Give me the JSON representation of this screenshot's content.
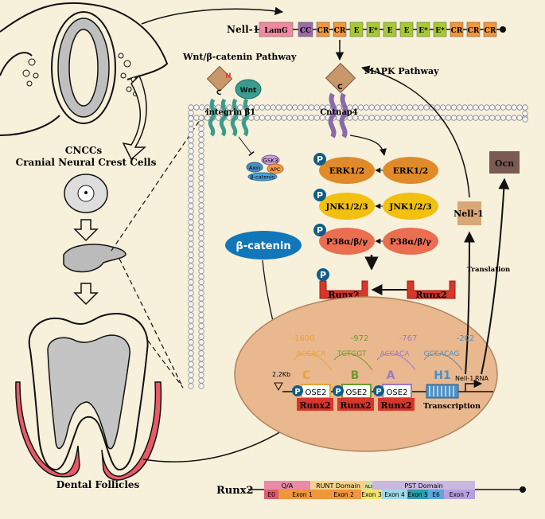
{
  "left": {
    "cncc_line1": "CNCCs",
    "cncc_line2": "Cranial Neural Crest Cells",
    "follicles": "Dental Follicles"
  },
  "nell1_protein": {
    "label": "Nell-1",
    "domains": [
      "LamG",
      "CC",
      "CR",
      "CR",
      "E",
      "E*",
      "E",
      "E",
      "E*",
      "E*",
      "CR",
      "CR",
      "CR"
    ]
  },
  "pathways": {
    "wnt": "Wnt/β-catenin Pathway",
    "mapk": "MAPK Pathway",
    "wnt_ligand": "Wnt",
    "integrin": "integrin β1",
    "cntnap4": "Cntnap4",
    "n_letter": "N",
    "c_letter": "C"
  },
  "destruction_complex": {
    "gsk3": "GSK3",
    "axin": "Axin",
    "apc": "APC",
    "bcatenin": "β-catenin"
  },
  "kinases": [
    {
      "active": "ERK1/2",
      "inactive": "ERK1/2",
      "color": "#e08a2a"
    },
    {
      "active": "JNK1/2/3",
      "inactive": "JNK1/2/3",
      "color": "#f2c10f"
    },
    {
      "active": "P38α/β/γ",
      "inactive": "P38α/β/γ",
      "color": "#ea6e50"
    }
  ],
  "phospho": "P",
  "bcatenin_free": "β-catenin",
  "runx2_label": "Runx2",
  "right_side": {
    "ocn": "Ocn",
    "nell1": "Nell-1",
    "translation": "Translation"
  },
  "promoter": {
    "positions": [
      "-1600",
      "-972",
      "-767",
      "-202"
    ],
    "seqs": [
      "ACCACA",
      "TGTGGT",
      "ACCACA",
      "GCCACAG"
    ],
    "sites": [
      "C",
      "B",
      "A",
      "H1"
    ],
    "ose": "OSE2",
    "kb": "2.2Kb",
    "nell1_rna": "Nell-1",
    "rna": "RNA",
    "transcription": "Transcription"
  },
  "runx2_gene": {
    "label": "Runx2",
    "domains": [
      "Q/A",
      "RUNT Domain",
      "NLS",
      "PST Domain"
    ],
    "exons": [
      "E0",
      "Exon 1",
      "Exon 2",
      "Exon 3",
      "Exon 4",
      "Exon 5",
      "E6",
      "Exon 7"
    ]
  },
  "colors": {
    "background": "#f7f0da",
    "membrane": "#a8a8a8",
    "nucleus": "#e9b88e",
    "runx2": "#d7362b",
    "lamg": "#f08aa0",
    "cc": "#9b6aa8",
    "cr": "#f0963c",
    "egf": "#a6c934"
  }
}
